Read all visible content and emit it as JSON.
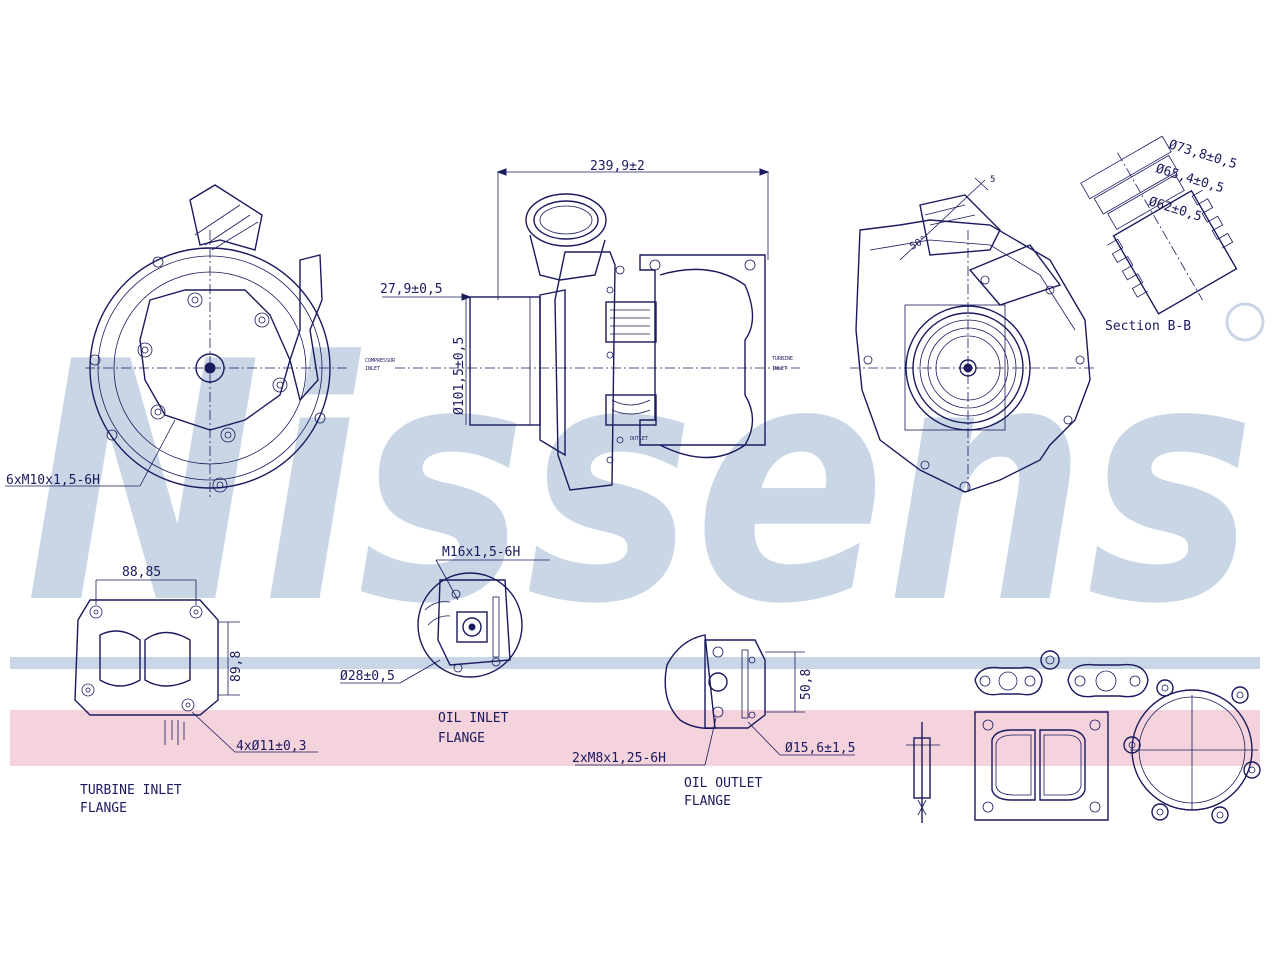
{
  "watermark": {
    "text": "Nissens",
    "registered": "®",
    "color": "#c9d6e6",
    "band_blue": "#c9d6e6",
    "band_pink": "#f4d3dc"
  },
  "line_color": "#1a1a5e",
  "dimensions": {
    "overall_length": "239,9±2",
    "compressor_outlet_offset": "27,9±0,5",
    "compressor_inlet_dia": "Ø101,5±0,5",
    "flange_width": "88,85",
    "flange_height": "89,8",
    "oil_inlet_dia": "Ø28±0,5",
    "oil_outlet_height": "50,8",
    "oil_outlet_dia": "Ø15,6±1,5",
    "section_dia_outer": "Ø73,8±0,5",
    "section_dia_mid": "Ø65,4±0,5",
    "section_dia_inner": "Ø62±0,5",
    "angle_label": "5",
    "angle_deg": "50°"
  },
  "threads": {
    "compressor_cover": "6xM10x1,5-6H",
    "oil_inlet": "M16x1,5-6H",
    "turbine_holes": "4xØ11±0,3",
    "oil_outlet": "2xM8x1,25-6H"
  },
  "labels": {
    "section": "Section B-B",
    "turbine_inlet_line1": "TURBINE INLET",
    "turbine_inlet_line2": "FLANGE",
    "oil_inlet_line1": "OIL INLET",
    "oil_inlet_line2": "FLANGE",
    "oil_outlet_line1": "OIL OUTLET",
    "oil_outlet_line2": "FLANGE"
  }
}
